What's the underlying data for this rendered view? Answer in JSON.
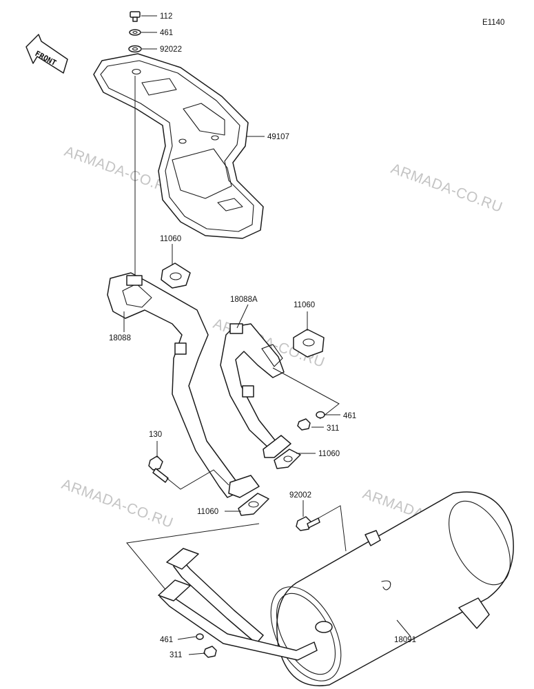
{
  "diagram_code": "E1140",
  "front_label": "FRONT",
  "watermark": "ARMADA-CO.RU",
  "labels": {
    "l112": "112",
    "l461a": "461",
    "l92022": "92022",
    "l49107": "49107",
    "l11060a": "11060",
    "l18088": "18088",
    "l18088A": "18088A",
    "l11060b": "11060",
    "l461b": "461",
    "l311a": "311",
    "l11060c": "11060",
    "l130": "130",
    "l11060d": "11060",
    "l92002": "92002",
    "l461c": "461",
    "l311b": "311",
    "l18091": "18091"
  }
}
